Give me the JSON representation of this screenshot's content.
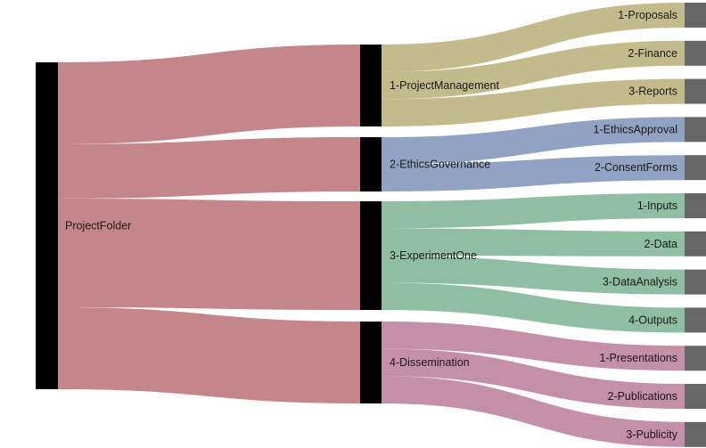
{
  "diagram": {
    "type": "sankey",
    "root": {
      "label": "ProjectFolder",
      "color": "#c4868a"
    },
    "groups": [
      {
        "label": "1-ProjectManagement",
        "color": "#c4bb8c",
        "children": [
          "1-Proposals",
          "2-Finance",
          "3-Reports"
        ]
      },
      {
        "label": "2-EthicsGovernance",
        "color": "#90a3c3",
        "children": [
          "1-EthicsApproval",
          "2-ConsentForms"
        ]
      },
      {
        "label": "3-ExperimentOne",
        "color": "#8fbea3",
        "children": [
          "1-Inputs",
          "2-Data",
          "3-DataAnalysis",
          "4-Outputs"
        ]
      },
      {
        "label": "4-Dissemination",
        "color": "#c48fa8",
        "children": [
          "1-Presentations",
          "2-Publications",
          "3-Publicity"
        ]
      }
    ],
    "colors": {
      "node_bar": "#000000",
      "leaf_bar": "#666666"
    }
  }
}
